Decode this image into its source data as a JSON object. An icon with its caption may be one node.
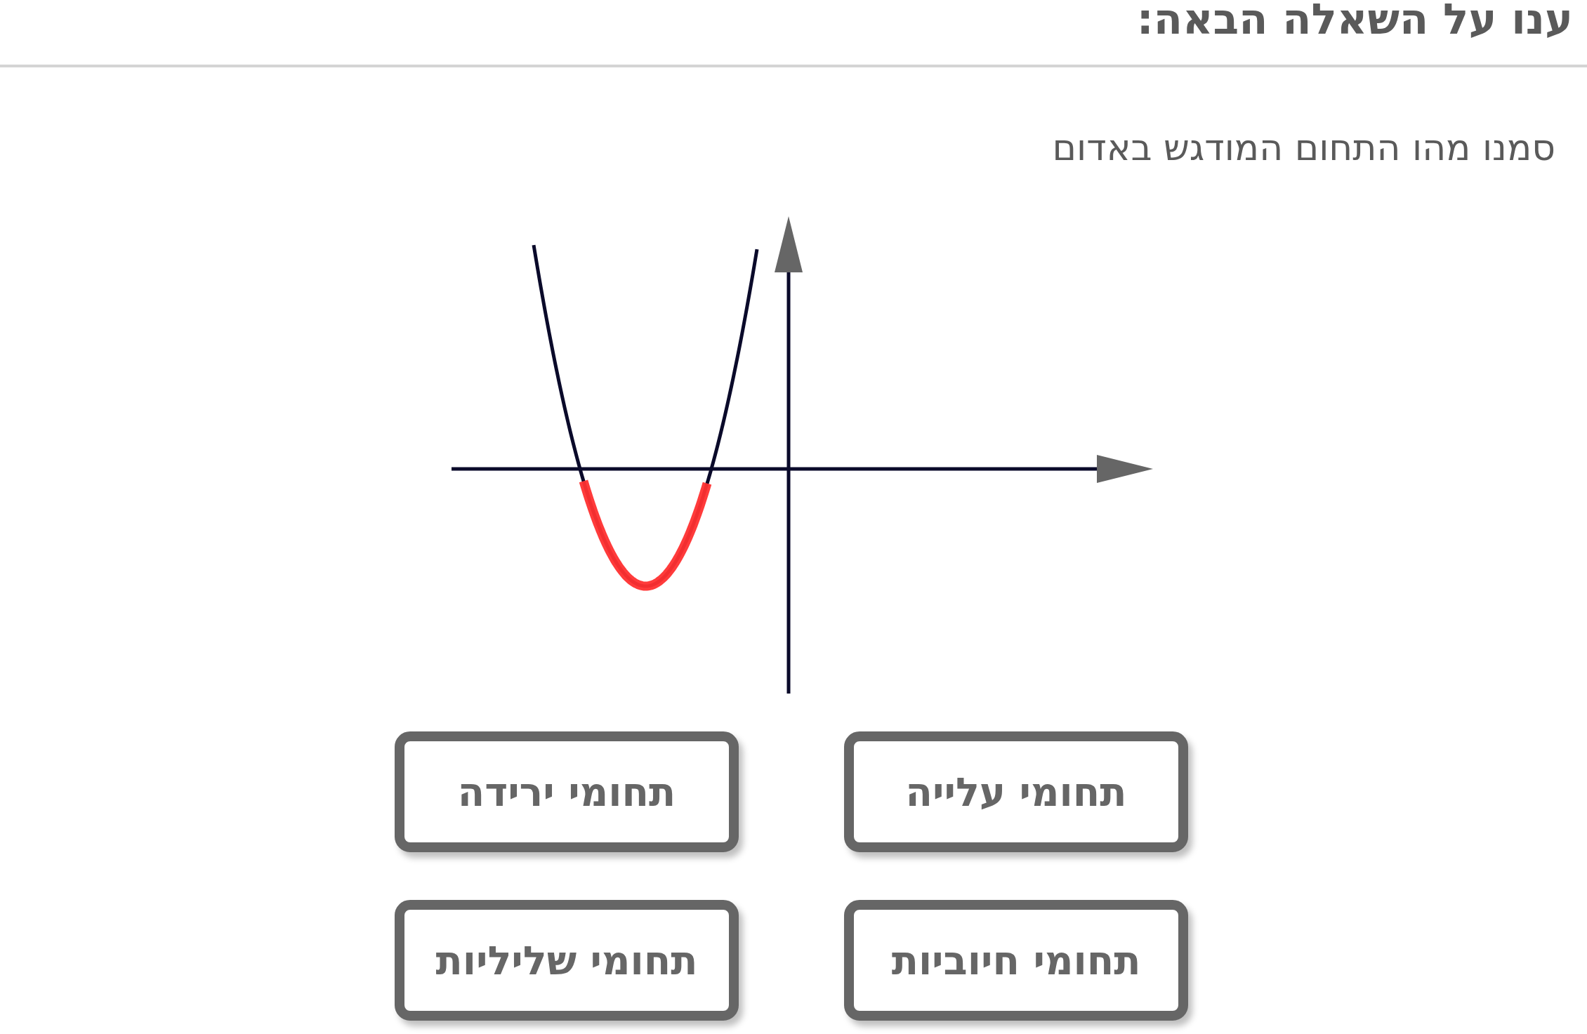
{
  "diagram": {
    "title": "ענו על השאלה הבאה:",
    "nodes": [
      {
        "text": [
          "תחומי ירידה"
        ]
      },
      {
        "text": [
          "תחומי עלייה"
        ]
      },
      {
        "text": [
          "תחומי שליליות"
        ]
      },
      {
        "text": [
          "תחומי חיוביות"
        ]
      }
    ],
    "labels": [
      "סמנו מהו התחום המודגש באדום"
    ]
  }
}
